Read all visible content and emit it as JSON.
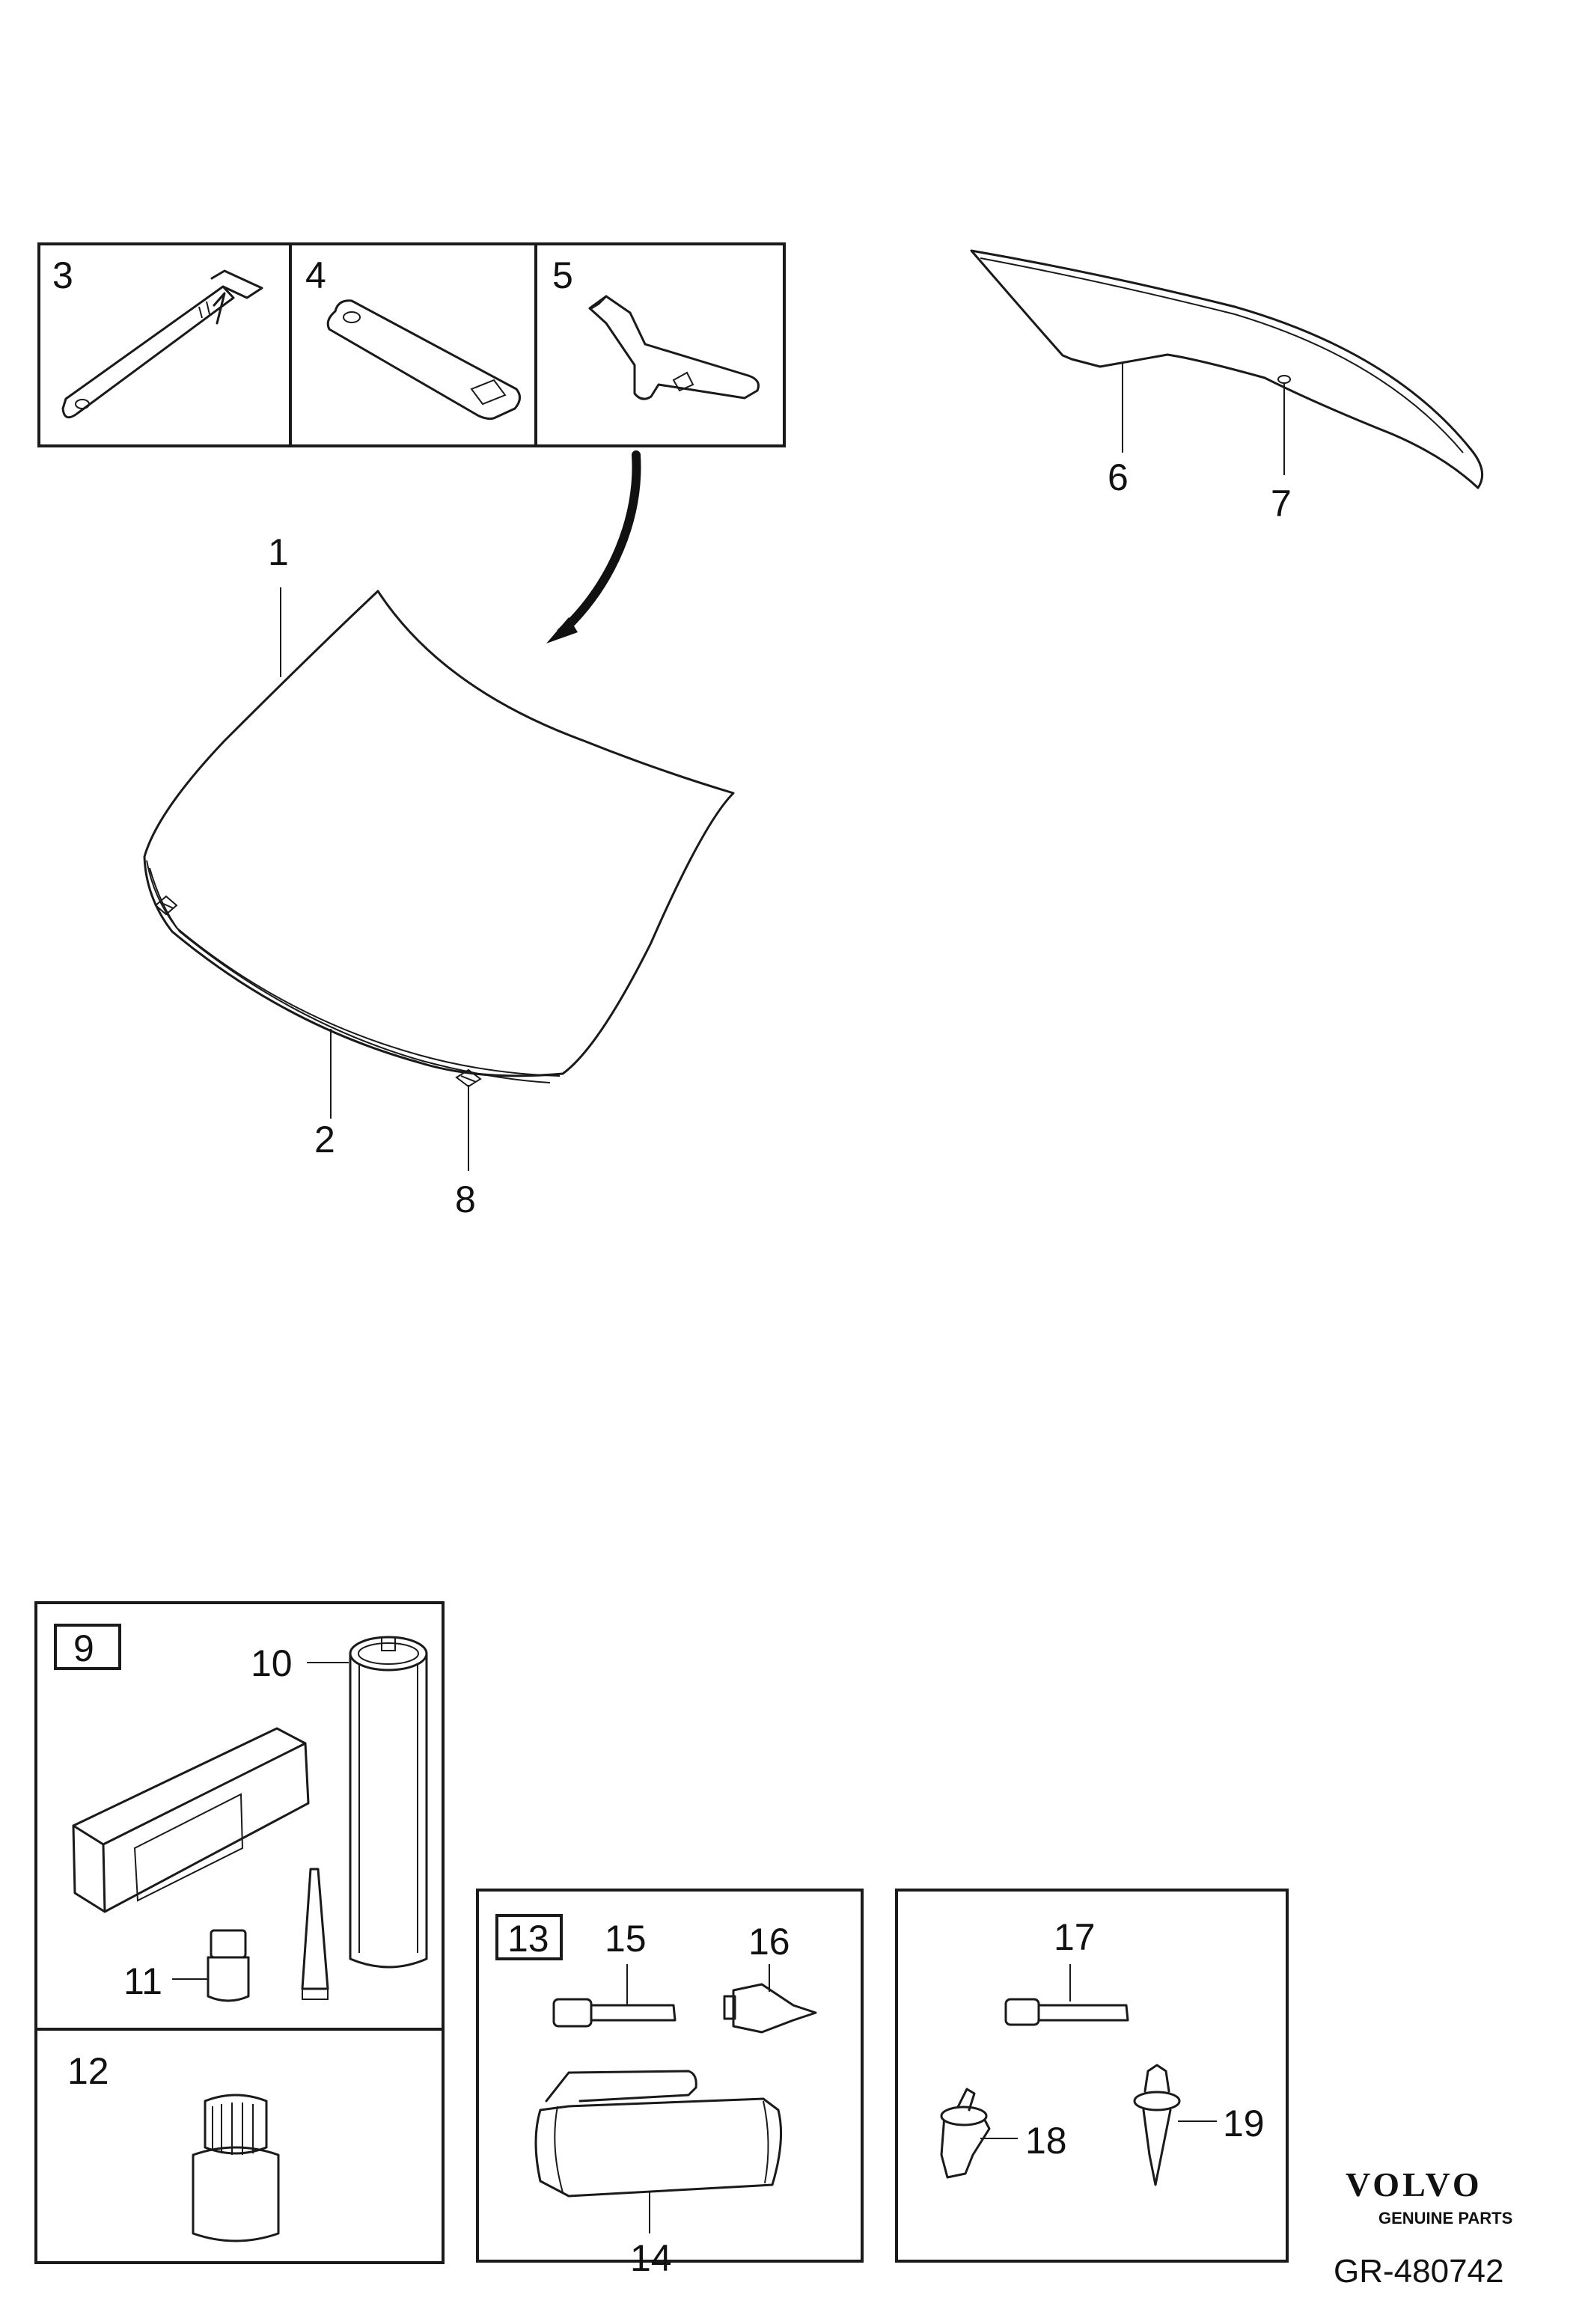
{
  "callouts": {
    "c1": "1",
    "c2": "2",
    "c3": "3",
    "c4": "4",
    "c5": "5",
    "c6": "6",
    "c7": "7",
    "c8": "8",
    "c9": "9",
    "c10": "10",
    "c11": "11",
    "c12": "12",
    "c13": "13",
    "c14": "14",
    "c15": "15",
    "c16": "16",
    "c17": "17",
    "c18": "18",
    "c19": "19"
  },
  "brand": {
    "name": "VOLVO",
    "tagline": "GENUINE PARTS"
  },
  "reference": "GR-480742"
}
